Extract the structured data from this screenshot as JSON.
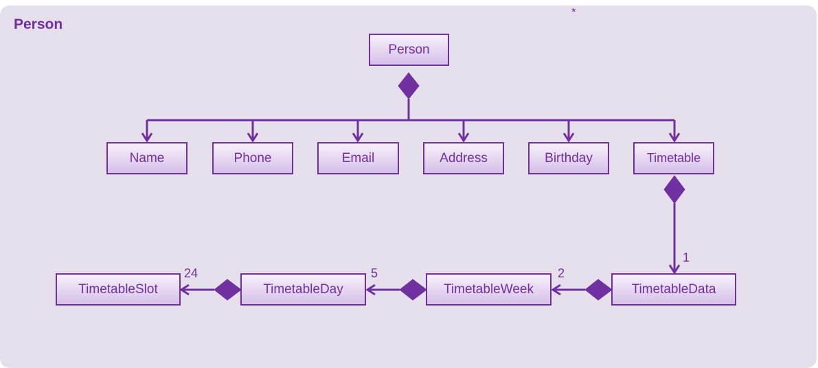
{
  "package": {
    "label": "Person",
    "marker": "*"
  },
  "classes": {
    "person": "Person",
    "name": "Name",
    "phone": "Phone",
    "email": "Email",
    "address": "Address",
    "birthday": "Birthday",
    "timetable": "Timetable",
    "timetable_data": "TimetableData",
    "timetable_week": "TimetableWeek",
    "timetable_day": "TimetableDay",
    "timetable_slot": "TimetableSlot"
  },
  "multiplicities": {
    "timetable_to_data": "1",
    "data_to_week": "2",
    "week_to_day": "5",
    "day_to_slot": "24"
  },
  "colors": {
    "accent": "#7030a0",
    "background": "#e6dfec"
  }
}
